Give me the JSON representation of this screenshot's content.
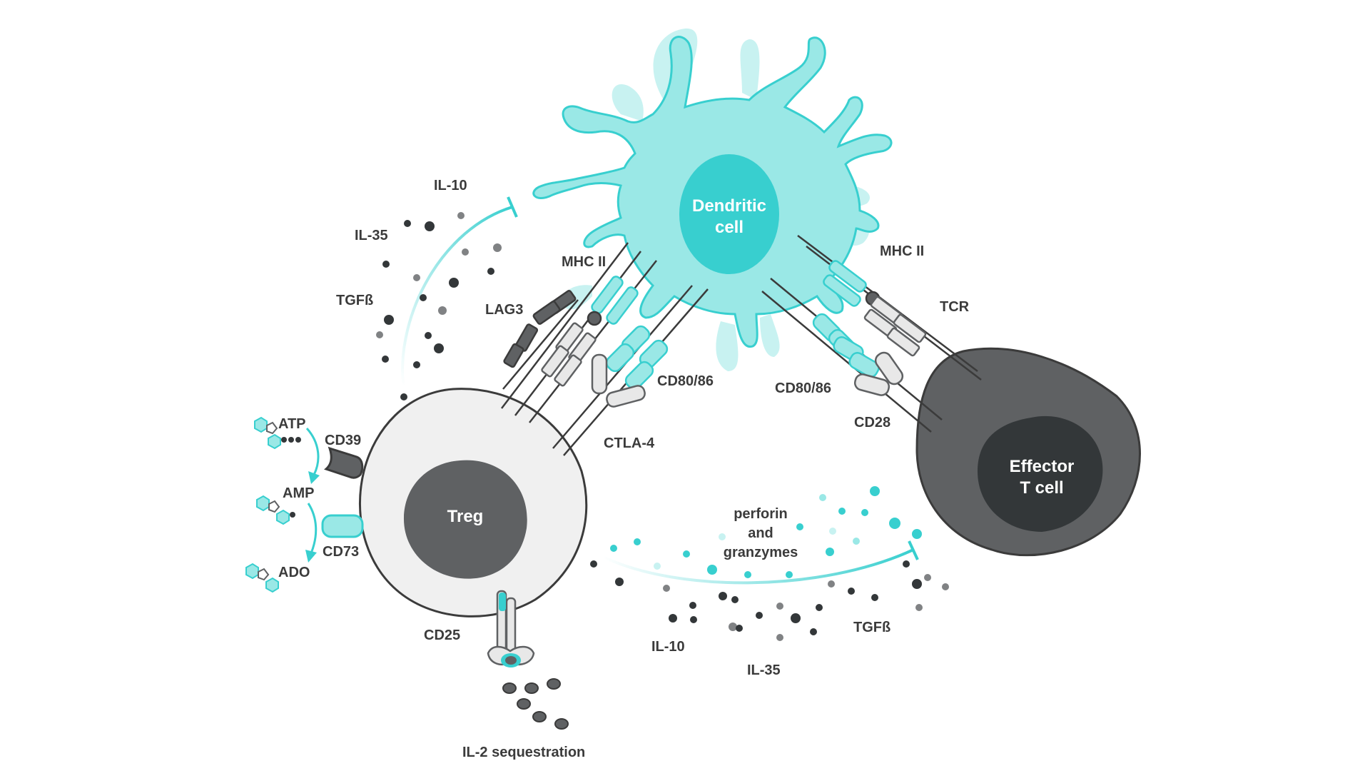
{
  "cells": {
    "dendritic": {
      "line1": "Dendritic",
      "line2": "cell"
    },
    "treg": {
      "label": "Treg"
    },
    "effector": {
      "line1": "Effector",
      "line2": "T cell"
    }
  },
  "labels": {
    "il10_top": "IL-10",
    "il35_top": "IL-35",
    "tgfb_top": "TGFß",
    "mhc2_left": "MHC II",
    "lag3": "LAG3",
    "cd80_86_left": "CD80/86",
    "ctla4": "CTLA-4",
    "cd80_86_right": "CD80/86",
    "cd28": "CD28",
    "mhc2_right": "MHC II",
    "tcr": "TCR",
    "atp": "ATP",
    "cd39": "CD39",
    "amp": "AMP",
    "cd73": "CD73",
    "ado": "ADO",
    "cd25": "CD25",
    "il2_seq": "IL-2 sequestration",
    "perforin_1": "perforin",
    "perforin_2": "and",
    "perforin_3": "granzymes",
    "il10_bottom": "IL-10",
    "il35_bottom": "IL-35",
    "tgfb_bottom": "TGFß"
  },
  "colors": {
    "teal": "#38cfcf",
    "teal_light": "#9ae8e6",
    "teal_pale": "#c8f2f1",
    "dark_gray": "#5f6163",
    "nucleus_dark": "#333739",
    "treg_fill": "#f0f0f0",
    "outline": "#3b3b3b"
  }
}
